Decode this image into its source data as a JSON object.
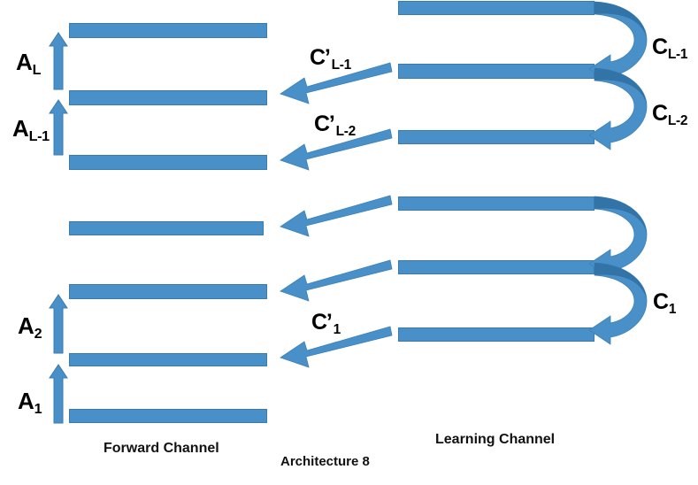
{
  "figure": {
    "title": "Architecture 8",
    "forward_channel_caption": "Forward Channel",
    "learning_channel_caption": "Learning Channel",
    "accent_color": "#4A90C8",
    "accent_dark_color": "#3A7BAE",
    "arrow_fill": "#4A90C8",
    "arrow_dark_fill": "#3273A8",
    "background": "#ffffff"
  },
  "forward_channel": {
    "name": "Forward Channel",
    "layer_count": 7,
    "arrow_labels": [
      {
        "base": "A",
        "sub": "L",
        "text": "A_L"
      },
      {
        "base": "A",
        "sub": "L-1",
        "text": "A_L-1"
      },
      {
        "base": "A",
        "sub": "2",
        "text": "A_2"
      },
      {
        "base": "A",
        "sub": "1",
        "text": "A_1"
      }
    ]
  },
  "learning_channel": {
    "name": "Learning Channel",
    "layer_count": 6,
    "curved_arrow_labels": [
      {
        "base": "C",
        "sub": "L-1",
        "text": "C_L-1"
      },
      {
        "base": "C",
        "sub": "L-2",
        "text": "C_L-2"
      },
      {
        "base": "C",
        "sub": "1",
        "text": "C_1"
      }
    ]
  },
  "cross_arrows": {
    "labels": [
      {
        "base": "C",
        "prime": "’",
        "sub": "L-1",
        "text": "C'_L-1"
      },
      {
        "base": "C",
        "prime": "’",
        "sub": "L-2",
        "text": "C'_L-2"
      },
      {
        "base": "C",
        "prime": "’",
        "sub": "1",
        "text": "C'_1"
      }
    ],
    "unlabeled_count": 2
  }
}
